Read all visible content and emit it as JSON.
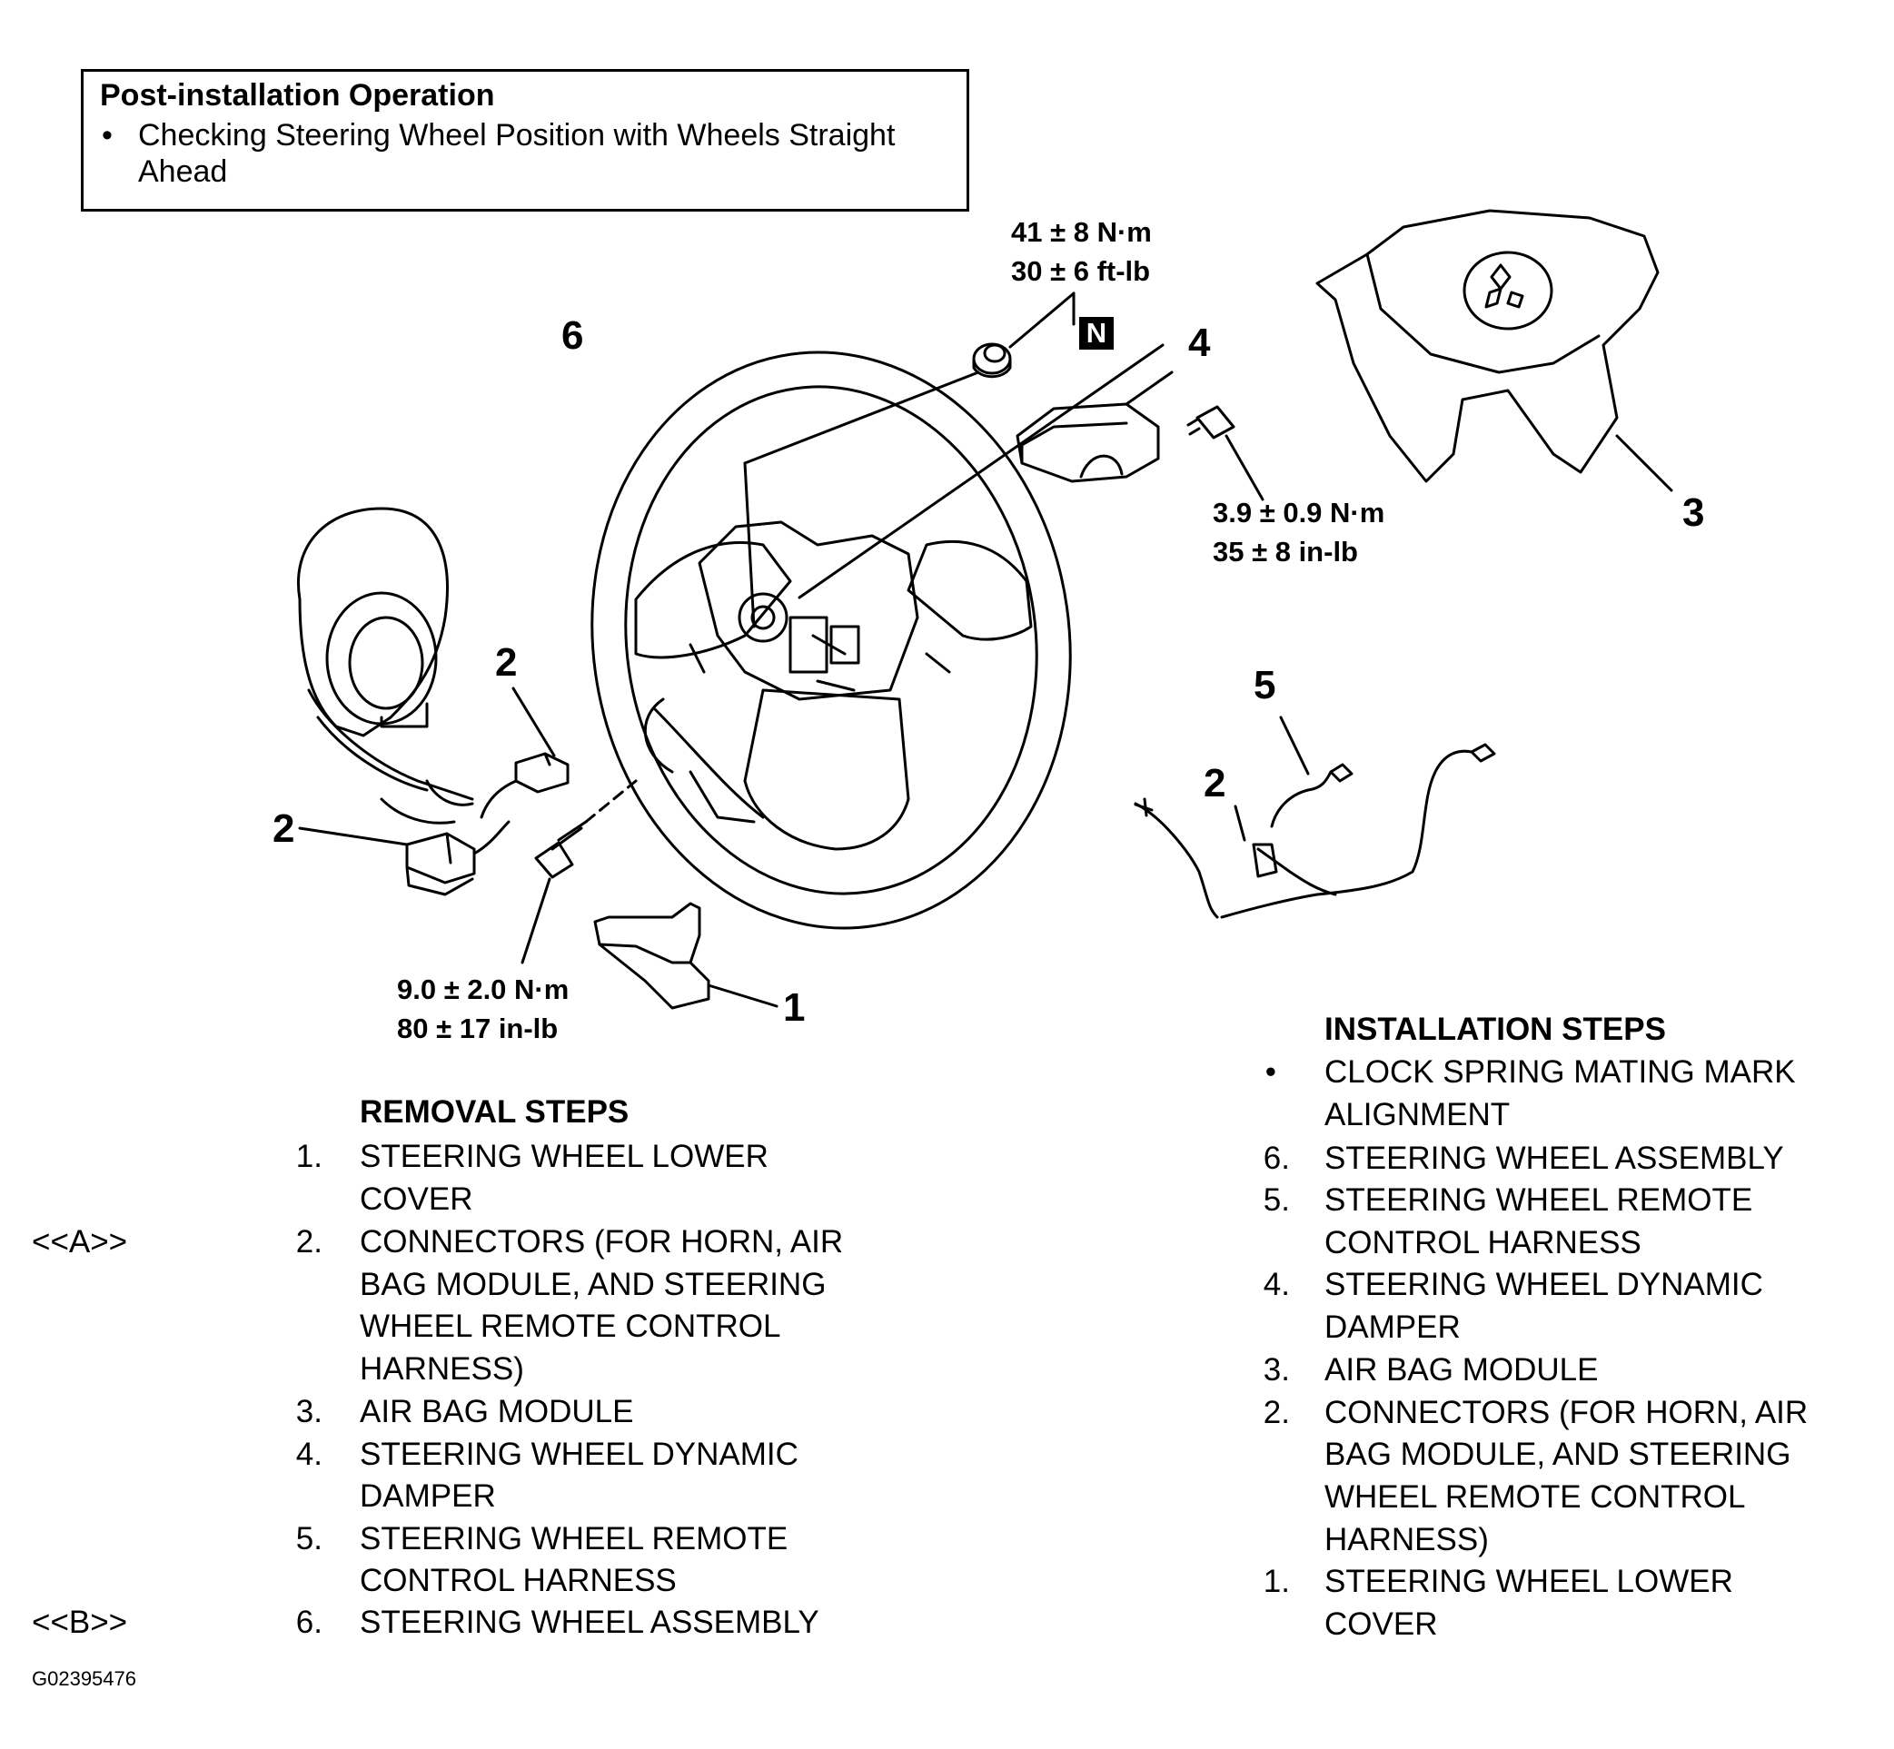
{
  "post_installation": {
    "title": "Post-installation Operation",
    "bullet": "•",
    "item_line1": "Checking Steering Wheel Position with Wheels Straight",
    "item_line2": "Ahead"
  },
  "torques": {
    "nut_nm": "41 ± 8 N·m",
    "nut_ftlb": "30 ± 6 ft-lb",
    "nut_badge": "N",
    "damper_bolt_nm": "3.9 ± 0.9 N·m",
    "damper_bolt_inlb": "35 ± 8 in-lb",
    "cover_bolt_nm": "9.0 ± 2.0 N·m",
    "cover_bolt_inlb": "80 ± 17 in-lb"
  },
  "callouts": {
    "steering_wheel": "6",
    "dynamic_damper": "4",
    "air_bag_module": "3",
    "connector_upper": "2",
    "connector_left": "2",
    "connector_right": "2",
    "remote_harness": "5",
    "lower_cover": "1"
  },
  "removal": {
    "heading": "REMOVAL STEPS",
    "markers": [
      "<<A>>",
      "<<B>>"
    ],
    "steps": [
      {
        "num": "1.",
        "lines": [
          "STEERING WHEEL LOWER",
          "COVER"
        ]
      },
      {
        "num": "2.",
        "lines": [
          "CONNECTORS (FOR HORN, AIR",
          "BAG MODULE, AND STEERING",
          "WHEEL REMOTE CONTROL",
          "HARNESS)"
        ]
      },
      {
        "num": "3.",
        "lines": [
          "AIR BAG MODULE"
        ]
      },
      {
        "num": "4.",
        "lines": [
          "STEERING WHEEL DYNAMIC",
          "DAMPER"
        ]
      },
      {
        "num": "5.",
        "lines": [
          "STEERING WHEEL REMOTE",
          "CONTROL HARNESS"
        ]
      },
      {
        "num": "6.",
        "lines": [
          "STEERING WHEEL ASSEMBLY"
        ]
      }
    ]
  },
  "installation": {
    "heading": "INSTALLATION STEPS",
    "steps": [
      {
        "num": "•",
        "lines": [
          "CLOCK SPRING MATING MARK",
          "ALIGNMENT"
        ]
      },
      {
        "num": "6.",
        "lines": [
          "STEERING WHEEL ASSEMBLY"
        ]
      },
      {
        "num": "5.",
        "lines": [
          "STEERING WHEEL REMOTE",
          "CONTROL HARNESS"
        ]
      },
      {
        "num": "4.",
        "lines": [
          "STEERING WHEEL DYNAMIC",
          "DAMPER"
        ]
      },
      {
        "num": "3.",
        "lines": [
          "AIR BAG MODULE"
        ]
      },
      {
        "num": "2.",
        "lines": [
          "CONNECTORS (FOR HORN, AIR",
          "BAG MODULE, AND STEERING",
          "WHEEL REMOTE CONTROL",
          "HARNESS)"
        ]
      },
      {
        "num": "1.",
        "lines": [
          "STEERING WHEEL LOWER",
          "COVER"
        ]
      }
    ]
  },
  "figure_id": "G02395476"
}
